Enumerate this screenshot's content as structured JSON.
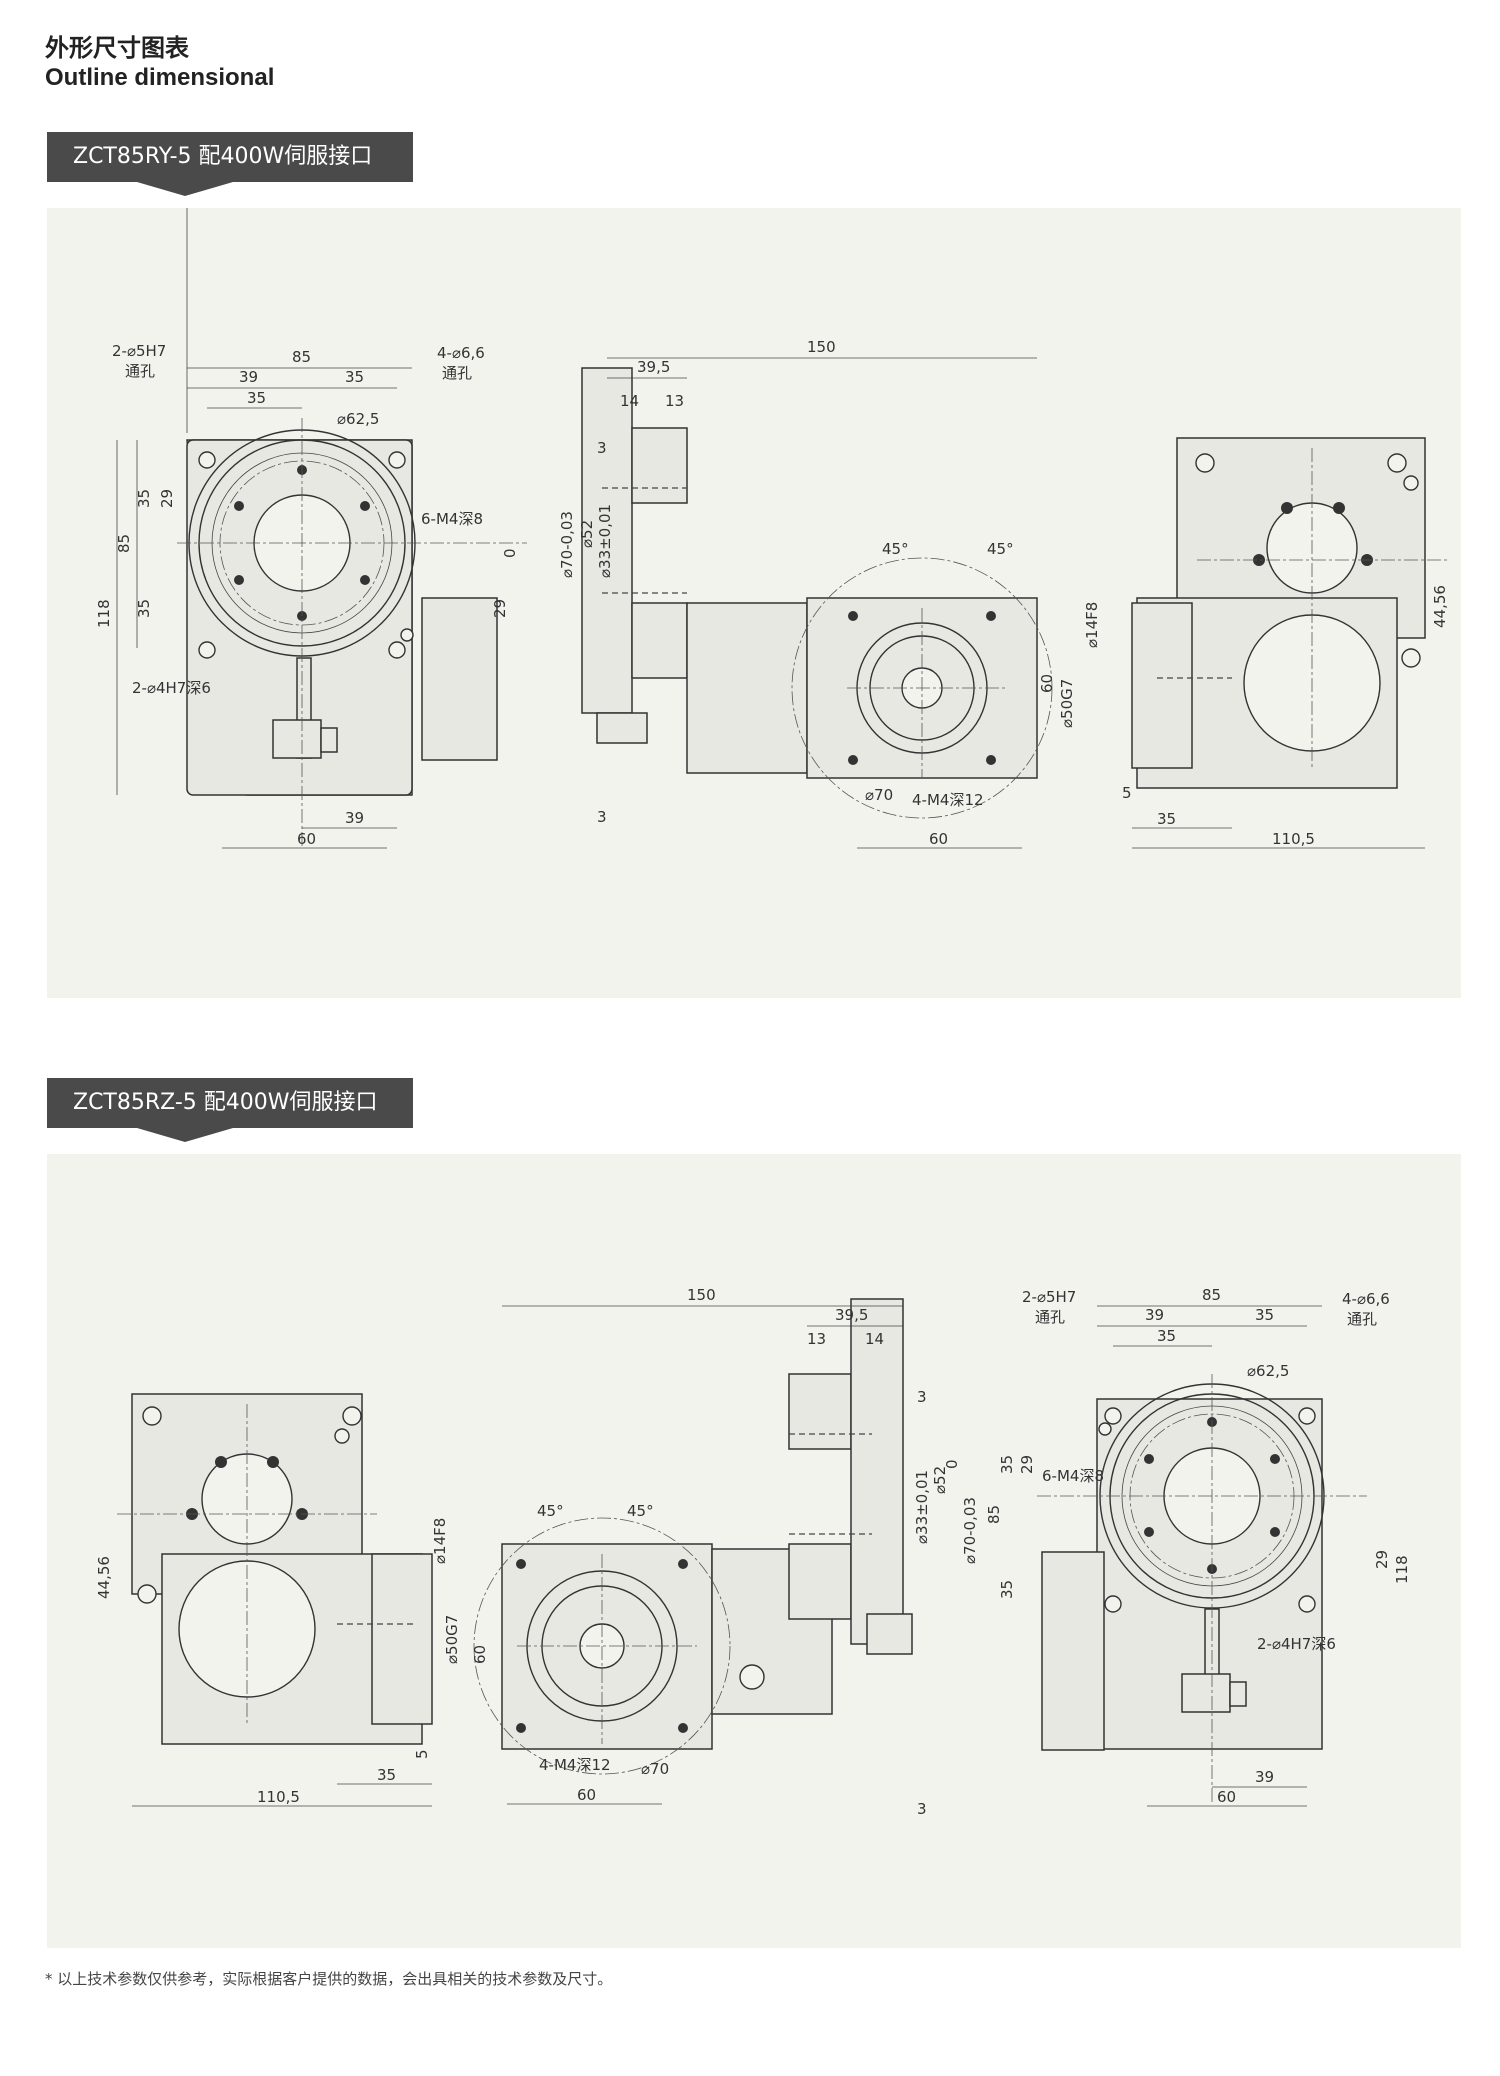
{
  "header": {
    "title_cn": "外形尺寸图表",
    "title_en": "Outline dimensional"
  },
  "sections": [
    {
      "label": "ZCT85RY-5 配400W伺服接口"
    },
    {
      "label": "ZCT85RZ-5 配400W伺服接口"
    }
  ],
  "dims": {
    "d85": "85",
    "d39": "39",
    "d35": "35",
    "d118": "118",
    "d29": "29",
    "d60": "60",
    "d150": "150",
    "d39_5": "39,5",
    "d14": "14",
    "d13": "13",
    "d3": "3",
    "d0": "0",
    "d110_5": "110,5",
    "d44_56": "44,56",
    "d5": "5",
    "hole_5h7": "2-⌀5H7",
    "through": "通孔",
    "hole_6_6": "4-⌀6,6",
    "dia62_5": "⌀62,5",
    "m4x6": "6-M4深8",
    "hole_4h7": "2-⌀4H7深6",
    "dia70_003": "⌀70-0,03",
    "dia52": "⌀52",
    "dia33": "⌀33±0,01",
    "deg45": "45°",
    "dia70": "⌀70",
    "m4x4": "4-M4深12",
    "dia14f8": "⌀14F8",
    "dia50g7": "⌀50G7"
  },
  "footnote": "* 以上技术参数仅供参考，实际根据客户提供的数据，会出具相关的技术参数及尺寸。"
}
